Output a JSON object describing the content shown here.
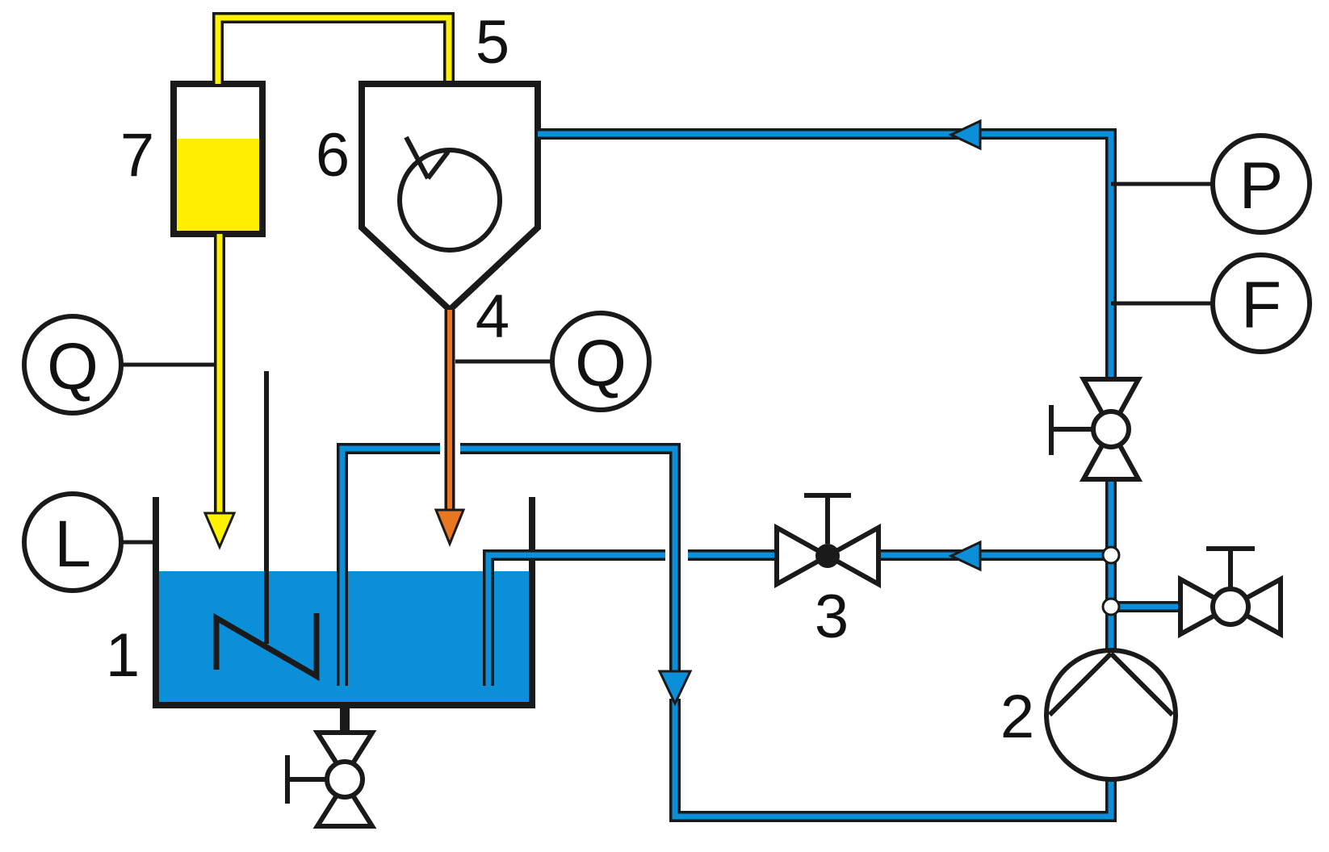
{
  "colors": {
    "line": "#1a1a1a",
    "water_pipe": "#0a8fd8",
    "water_fill": "#0a8fd8",
    "reagent_pipe": "#fff200",
    "reagent_fill": "#ffee00",
    "product_pipe": "#e87722",
    "background": "#ffffff"
  },
  "labels": {
    "tank": "1",
    "pump": "2",
    "control_valve": "3",
    "outlet": "4",
    "top": "5",
    "separator": "6",
    "reservoir": "7"
  },
  "instruments": {
    "pressure": "P",
    "flow": "F",
    "quality_left": "Q",
    "quality_right": "Q",
    "level": "L"
  },
  "icons": {
    "pump": "centrifugal-pump-icon",
    "control_valve": "globe-control-valve-icon",
    "hand_valve": "hand-valve-icon",
    "separator": "cyclone-separator-icon",
    "mixer": "mixer-icon"
  }
}
